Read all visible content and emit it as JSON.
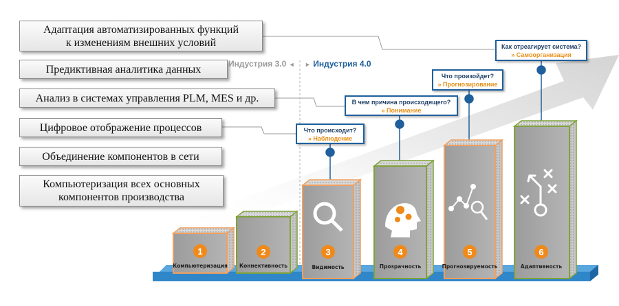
{
  "left_labels": [
    "Адаптация автоматизированных функций\nк изменениям внешних условий",
    "Предиктивная аналитика данных",
    "Анализ в системах  управления PLM, MES и др.",
    "Цифровое отображение процессов",
    "Объединение компонентов в сети",
    "Компьютеризация всех основных\nкомпонентов производства"
  ],
  "industry": {
    "v3": "Индустрия 3.0",
    "v4": "Индустрия 4.0",
    "arrow_left": "◄",
    "arrow_right": "►"
  },
  "questions": [
    {
      "q": "Что происходит?",
      "a": "» Наблюдение"
    },
    {
      "q": "В чем причина происходящего?",
      "a": "» Понимание"
    },
    {
      "q": "Что произойдет?",
      "a": "» Прогнозирование"
    },
    {
      "q": "Как отреагирует система?",
      "a": "» Самоорганизация"
    }
  ],
  "stages": [
    {
      "num": "1",
      "label": "Компьютеризация",
      "icon": "none"
    },
    {
      "num": "2",
      "label": "Коннективность",
      "icon": "none"
    },
    {
      "num": "3",
      "label": "Видимость",
      "icon": "magnifier-icon"
    },
    {
      "num": "4",
      "label": "Прозрачность",
      "icon": "head-gears-icon"
    },
    {
      "num": "5",
      "label": "Прогнозируемость",
      "icon": "network-analysis-icon"
    },
    {
      "num": "6",
      "label": "Адаптивность",
      "icon": "strategy-play-icon"
    }
  ],
  "colors": {
    "platform": "#2f86c9",
    "orange_outline": "#f0a060",
    "green_outline": "#7fa33a",
    "orange_badge": "#ef8a1a",
    "connector_blue": "#1f5f9c",
    "block_gray": "#9e9e9e",
    "question_border": "#1f5f9c",
    "answer_orange": "#e8901a"
  }
}
